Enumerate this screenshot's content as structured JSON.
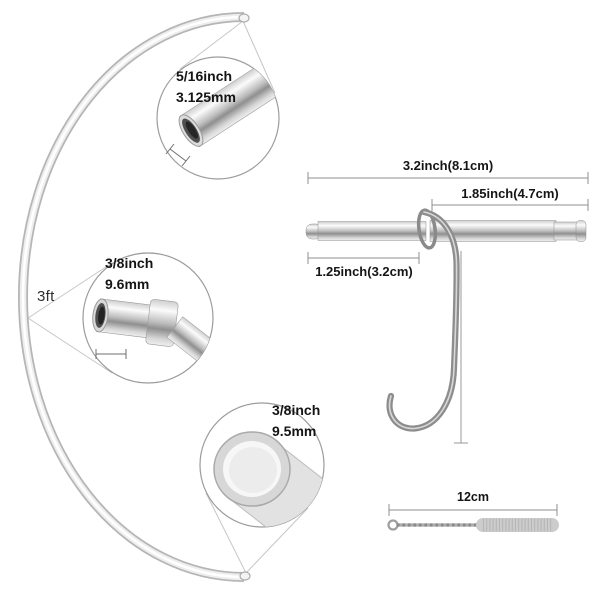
{
  "tube": {
    "length_label": "3ft"
  },
  "callouts": [
    {
      "id": "top",
      "line1": "5/16inch",
      "line2": "3.125mm"
    },
    {
      "id": "middle",
      "line1": "3/8inch",
      "line2": "9.6mm"
    },
    {
      "id": "bottom",
      "line1": "3/8inch",
      "line2": "9.5mm"
    }
  ],
  "pump_dimensions": {
    "overall": "3.2inch(8.1cm)",
    "right_section": "1.85inch(4.7cm)",
    "left_section": "1.25inch(3.2cm)"
  },
  "brush": {
    "length": "12cm"
  },
  "colors": {
    "background": "#ffffff",
    "circle_border": "#9c9c9c",
    "dimension_line": "#8f8f8f",
    "metal_mid": "#8f8f8f",
    "tube_outline": "#b5b5b5",
    "text": "#151515"
  }
}
